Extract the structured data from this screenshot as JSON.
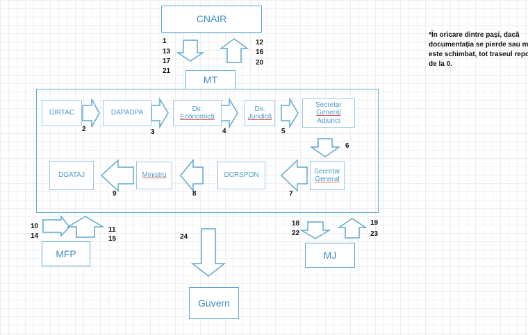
{
  "nodes": {
    "cnair": "CNAIR",
    "mt": "MT",
    "dirtac": "DIRTAC",
    "dapadpa": "DAPADPA",
    "dir_economica": [
      "Dir.",
      "Economică"
    ],
    "dir_juridica": [
      "Dir.",
      "Juridică"
    ],
    "secretar_general_adjunct": [
      "Secretar",
      "General",
      "Adjunct"
    ],
    "secretar_general": [
      "Secretar",
      "General"
    ],
    "dcrspon": "DCRSPON",
    "ministru": "Ministru",
    "dgataj": "DGATAJ",
    "mfp": "MFP",
    "mj": "MJ",
    "guvern": "Guvern"
  },
  "step_labels": {
    "cnair_to_mt": [
      "1",
      "13",
      "17",
      "21"
    ],
    "mt_to_cnair": [
      "12",
      "16",
      "20"
    ],
    "s2": "2",
    "s3": "3",
    "s4": "4",
    "s5": "5",
    "s6": "6",
    "s7": "7",
    "s8": "8",
    "s9": "9",
    "to_mfp": [
      "10",
      "14"
    ],
    "from_mfp": [
      "11",
      "15"
    ],
    "to_mj": [
      "18",
      "22"
    ],
    "from_mj": [
      "19",
      "23"
    ],
    "to_guvern": "24"
  },
  "note": [
    "*În oricare dintre pași, dacă",
    "documentația se pierde sau m",
    "este schimbat, tot traseul repo",
    "de la 0."
  ]
}
